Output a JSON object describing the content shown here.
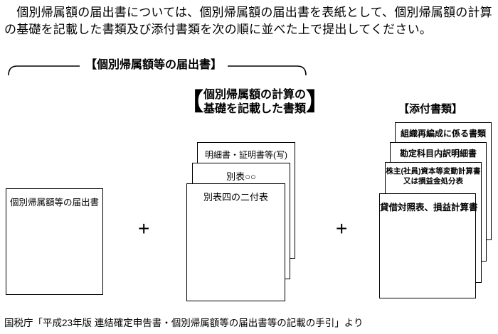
{
  "intro": {
    "text": "　個別帰属額の届出書については、個別帰属額の届出書を表紙として、個別帰属額の計算の基礎を記載した書類及び添付書類を次の順に並べた上で提出してください。"
  },
  "group": {
    "label": "【個別帰属額等の届出書】"
  },
  "left_document": {
    "title": "個別帰属額等の届出書"
  },
  "middle_group": {
    "bracket_open": "【",
    "bracket_close": "】",
    "label_line1": "個別帰属額の計算の",
    "label_line2": "基礎を記載した書類",
    "papers": [
      {
        "title": "明細書・証明書等(写)"
      },
      {
        "title": "別表○○"
      },
      {
        "title": "別表四の二付表"
      }
    ]
  },
  "right_group": {
    "label": "【添付書類】",
    "papers": [
      {
        "title": "組織再編成に係る書類"
      },
      {
        "title": "勘定科目内訳明細書"
      },
      {
        "title_line1": "株主(社員)資本等変動計算書",
        "title_line2": "又は損益金処分表"
      },
      {
        "title": "貸借対照表、損益計算書"
      }
    ]
  },
  "plus_sign": "+",
  "caption": "国税庁「平成23年版 連結確定申告書・個別帰属額等の届出書等の記載の手引」より"
}
